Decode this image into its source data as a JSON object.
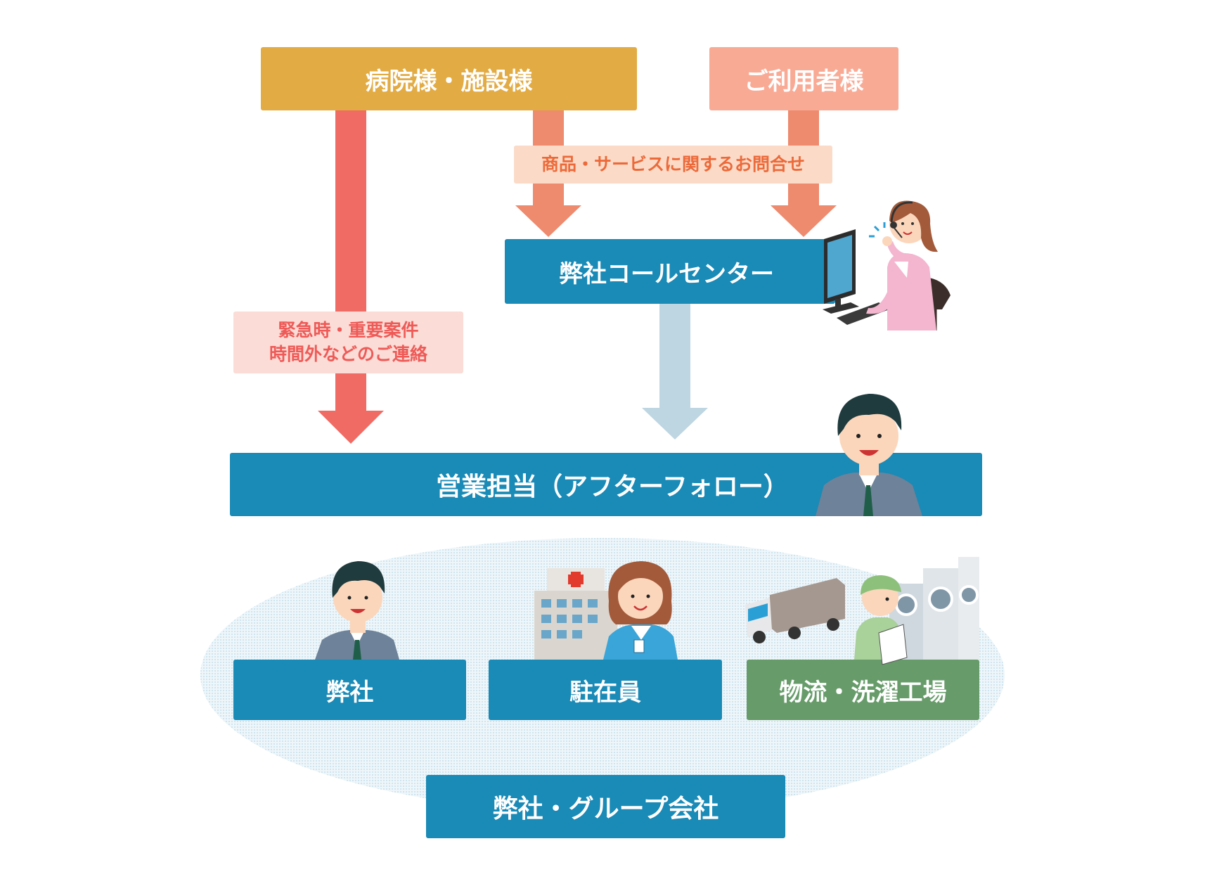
{
  "sources": {
    "hospital": "病院様・施設様",
    "user": "ご利用者様"
  },
  "labels": {
    "inquiry": "商品・サービスに関するお問合せ",
    "emergency_line1": "緊急時・重要案件",
    "emergency_line2": "時間外などのご連絡"
  },
  "nodes": {
    "call_center": "弊社コールセンター",
    "sales": "営業担当（アフターフォロー）",
    "company": "弊社",
    "resident": "駐在員",
    "logistics": "物流・洗濯工場",
    "group": "弊社・グループ会社"
  },
  "colors": {
    "hospital": "#e2ab43",
    "user": "#f9aa95",
    "node_blue": "#1a8ab6",
    "node_green": "#679c6a",
    "arrow_red": "#f06b64",
    "arrow_salmon": "#ee8a6e",
    "arrow_lightblue": "#bed6e2",
    "emergency_bg": "#fbdcd6",
    "emergency_text": "#ee5a57",
    "inquiry_bg": "#fbdbc8",
    "inquiry_text": "#ec6a3a",
    "ellipse_fill": "#e4f0f6"
  }
}
